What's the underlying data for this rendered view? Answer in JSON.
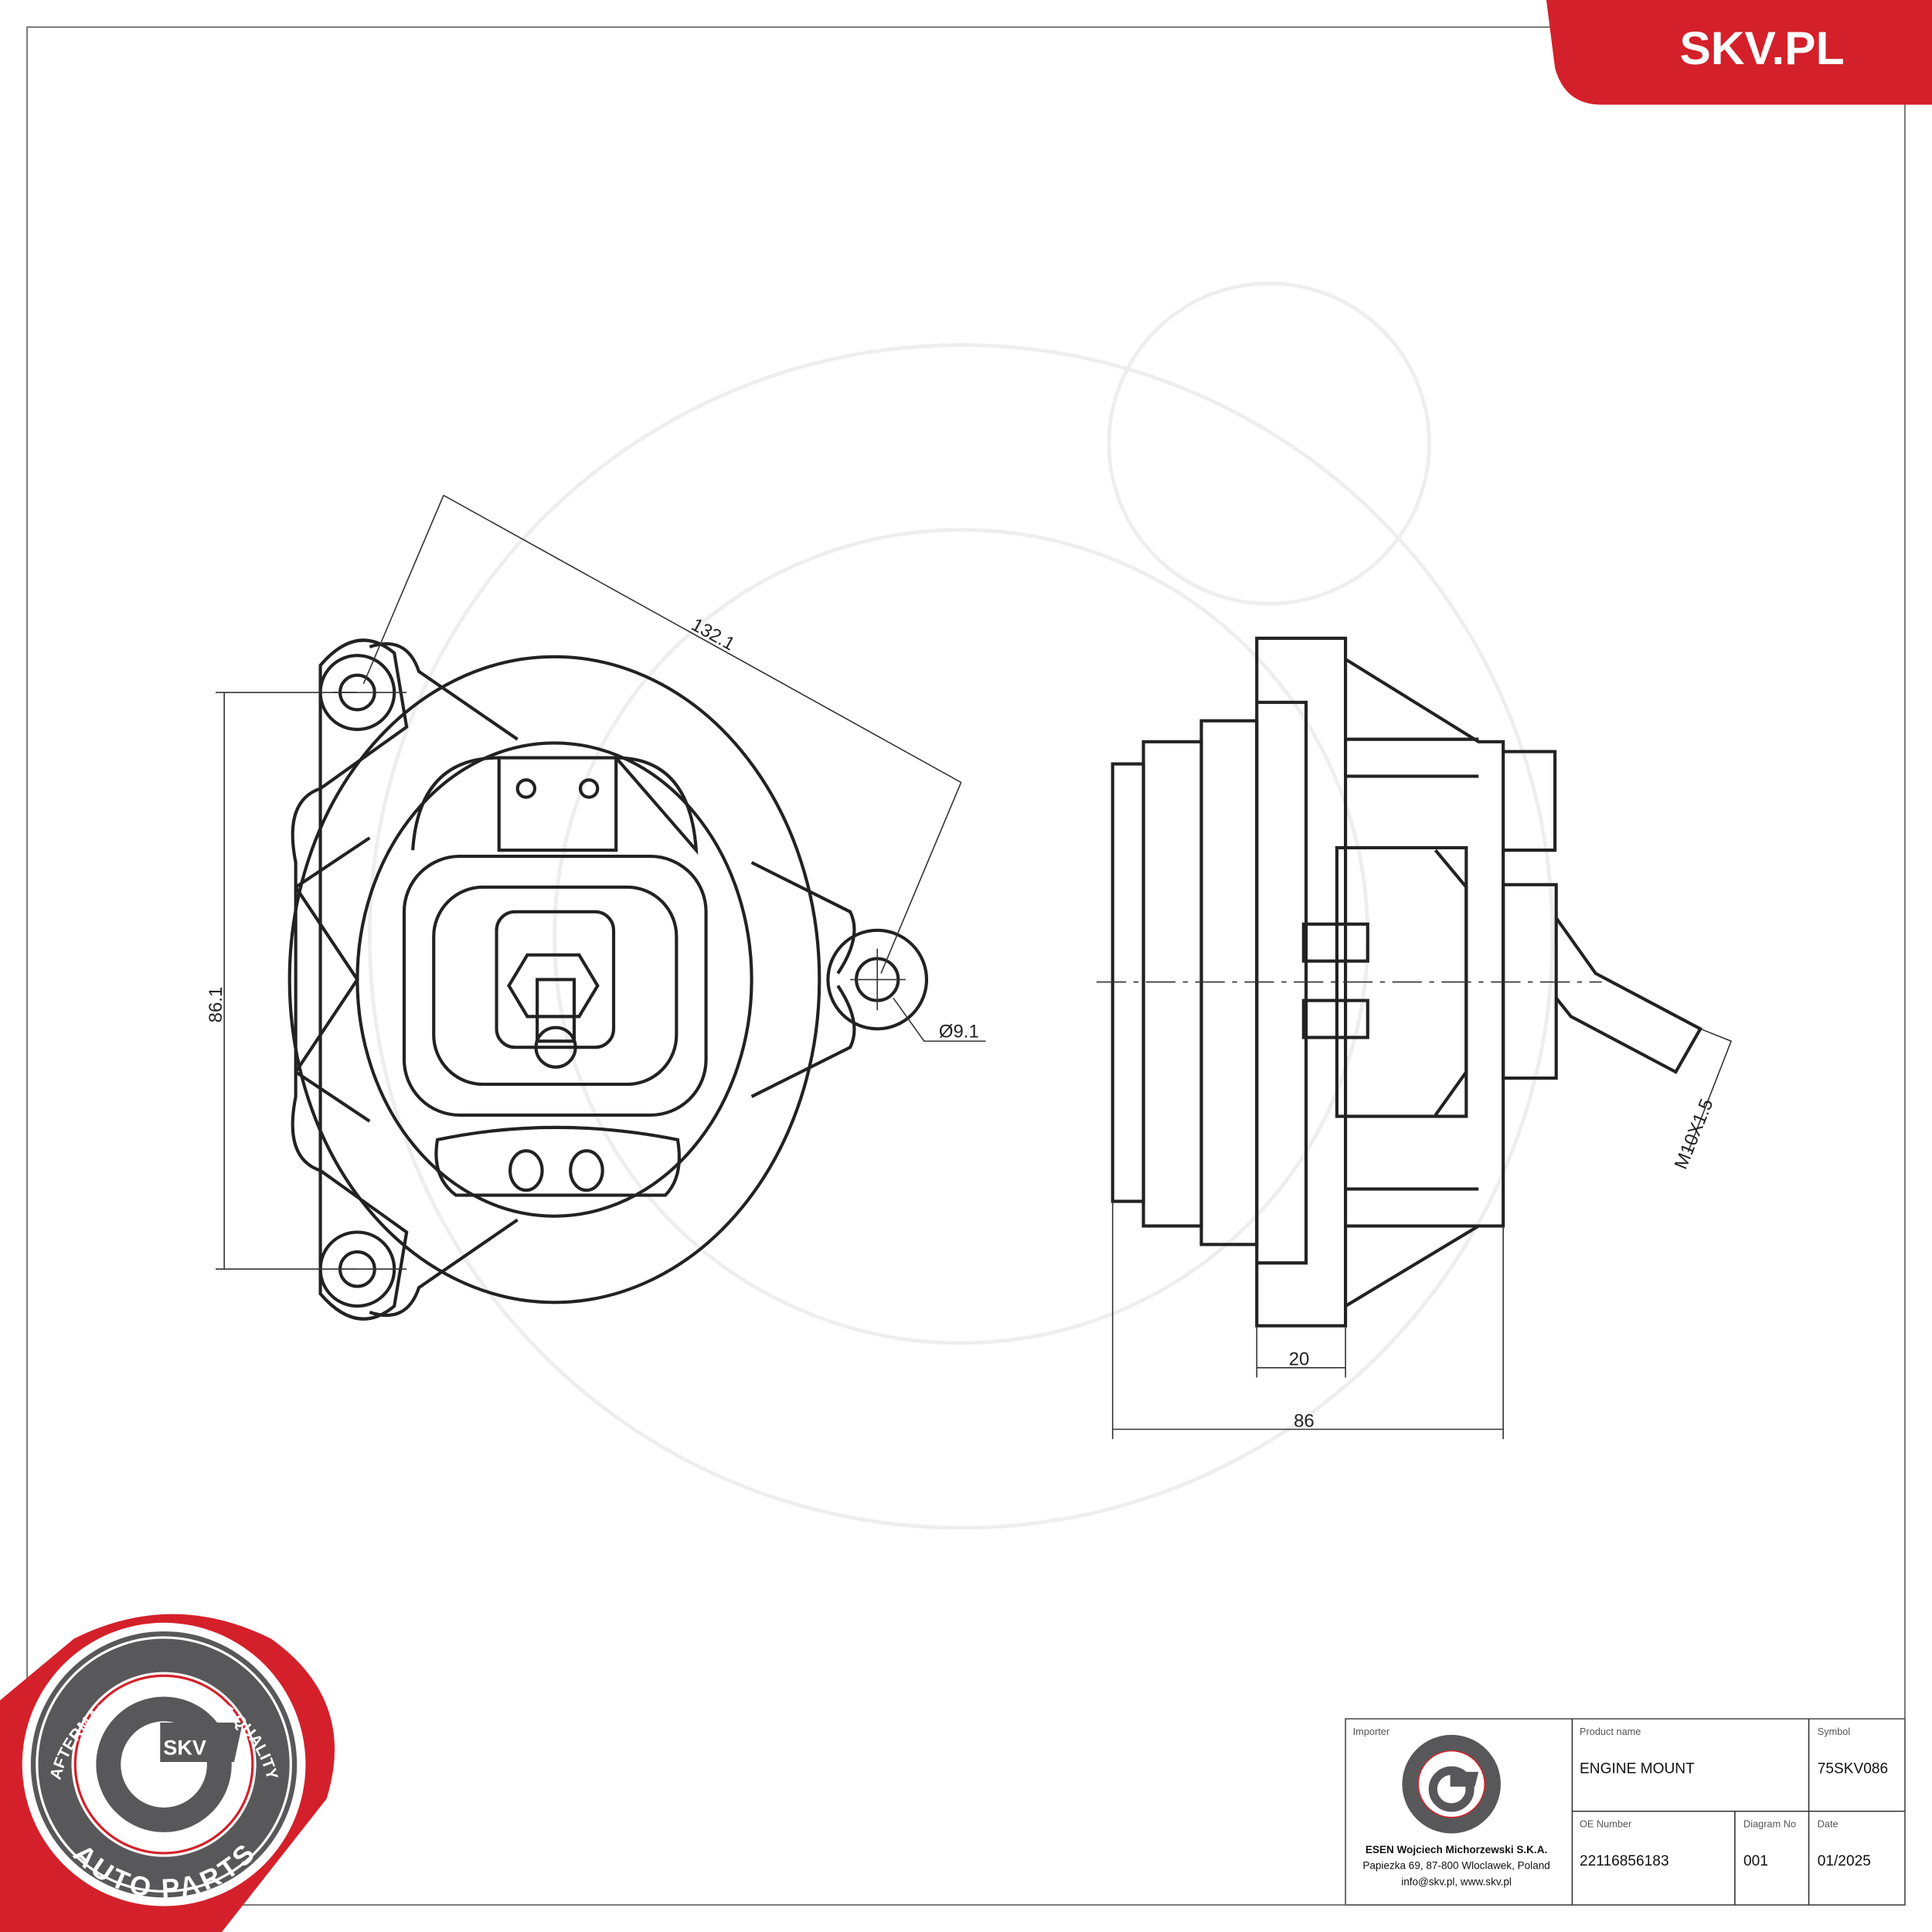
{
  "brand": {
    "site_logo": "SKV.PL",
    "brand_red": "#d4202a",
    "badge_gray": "#58585a"
  },
  "badge": {
    "top_text": "AFTERMARKET PRICE - OE QUALITY",
    "bottom_text": "AUTO PARTS",
    "center_text": "SKV"
  },
  "drawing": {
    "dimensions": {
      "diagonal": "132.1",
      "height": "86.1",
      "hole_diameter": "Ø9.1",
      "flange_width": "20",
      "overall_width": "86",
      "thread": "M10X1.5"
    }
  },
  "title_block": {
    "importer_label": "Importer",
    "importer_name": "ESEN Wojciech Michorzewski S.K.A.",
    "importer_address": "Papiezka 69, 87-800 Wloclawek, Poland",
    "importer_contact": "info@skv.pl, www.skv.pl",
    "product_name_label": "Product name",
    "product_name": "ENGINE MOUNT",
    "symbol_label": "Symbol",
    "symbol": "75SKV086",
    "oe_number_label": "OE Number",
    "oe_number": "22116856183",
    "diagram_no_label": "Diagram No",
    "diagram_no": "001",
    "date_label": "Date",
    "date": "01/2025"
  }
}
